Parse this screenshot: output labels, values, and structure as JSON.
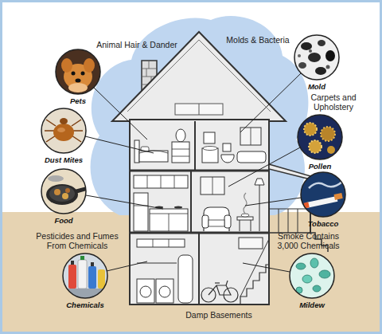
{
  "diagram": {
    "nodes": [
      {
        "text": [
          "Pets"
        ]
      },
      {
        "text": [
          "Dust Mites"
        ]
      },
      {
        "text": [
          "Food"
        ]
      },
      {
        "text": [
          "Chemicals"
        ]
      },
      {
        "text": [
          "Mold"
        ]
      },
      {
        "text": [
          "Pollen"
        ]
      },
      {
        "text": [
          "Tobacco"
        ]
      },
      {
        "text": [
          "Mildew"
        ]
      }
    ],
    "labels": [
      "Animal Hair & Dander",
      "Molds & Bacteria",
      "Carpets and Upholstery",
      "Pesticides and Fumes From Chemicals",
      "Smoke Contains 3,000 Chemicals",
      "Damp Basements"
    ]
  }
}
